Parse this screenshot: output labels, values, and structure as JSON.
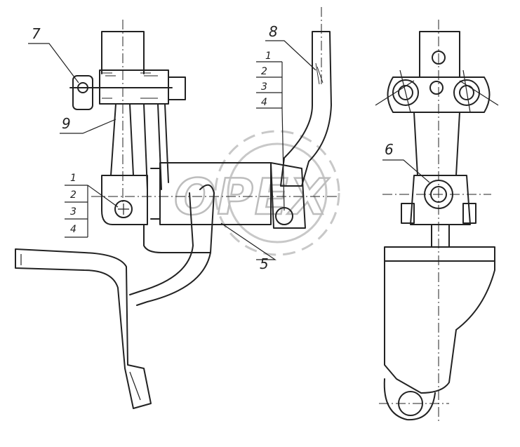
{
  "watermark": {
    "text": "OPEX"
  },
  "callouts": {
    "c7": "7",
    "c8": "8",
    "c9": "9",
    "c6": "6",
    "c5": "5",
    "left_stack": [
      "1",
      "2",
      "3",
      "4"
    ],
    "right_stack": [
      "1",
      "2",
      "3",
      "4"
    ]
  },
  "colors": {
    "line": "#222222",
    "watermark": "#bdbdbd"
  }
}
